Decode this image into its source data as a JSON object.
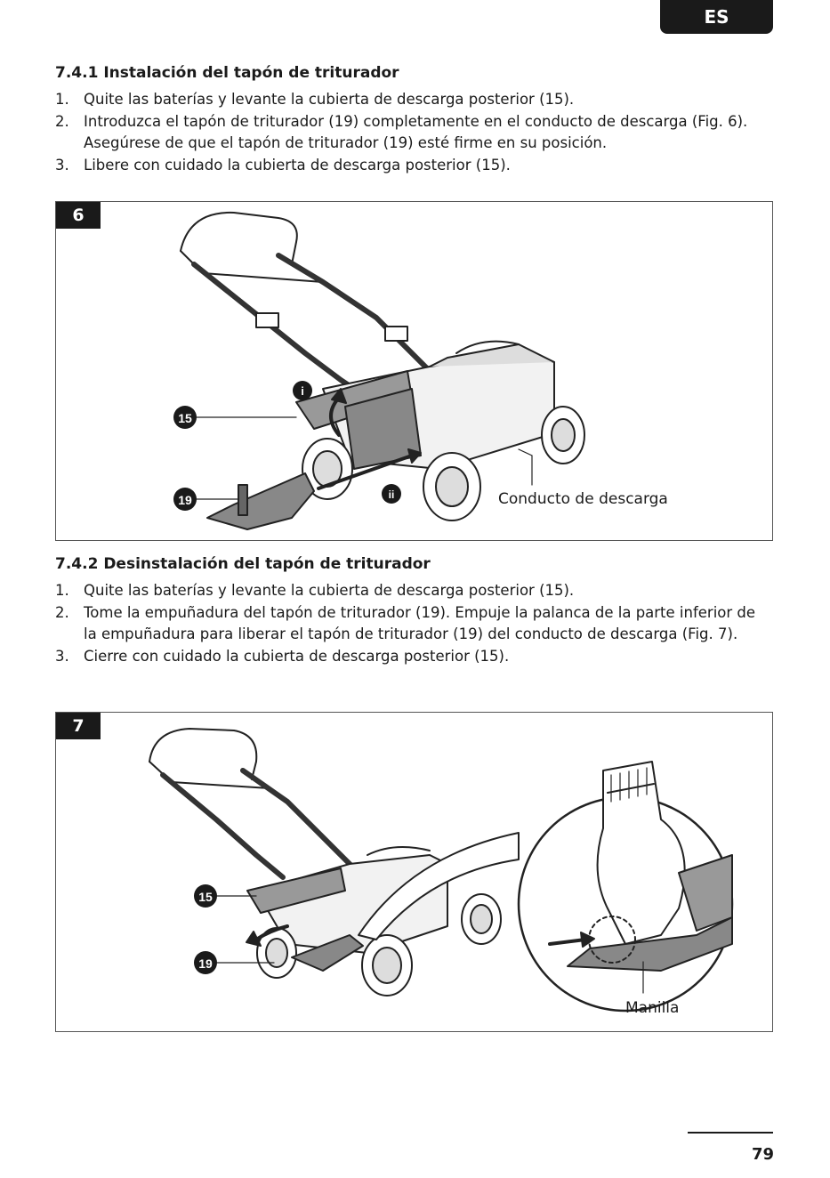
{
  "header": {
    "language_tab": "ES"
  },
  "section1": {
    "title": "7.4.1 Instalación del tapón de triturador",
    "steps": [
      {
        "num": "1.",
        "text": "Quite las baterías y levante la cubierta de descarga posterior (15)."
      },
      {
        "num": "2.",
        "text": "Introduzca el tapón de triturador (19) completamente en el conducto de descarga (Fig. 6). Asegúrese de que el tapón de triturador (19) esté firme en su posición."
      },
      {
        "num": "3.",
        "text": "Libere con cuidado la cubierta de descarga posterior (15)."
      }
    ]
  },
  "figure6": {
    "number": "6",
    "callout_15": "15",
    "callout_19": "19",
    "step_i": "i",
    "step_ii": "ii",
    "label_chute": "Conducto de descarga"
  },
  "section2": {
    "title": "7.4.2 Desinstalación del tapón de triturador",
    "steps": [
      {
        "num": "1.",
        "text": "Quite las baterías y levante la cubierta de descarga posterior (15)."
      },
      {
        "num": "2.",
        "text": "Tome la empuñadura del tapón de triturador (19). Empuje la palanca de la parte inferior de la empuñadura para liberar el tapón de triturador (19) del conducto de descarga (Fig. 7)."
      },
      {
        "num": "3.",
        "text": "Cierre con cuidado la cubierta de descarga posterior (15)."
      }
    ]
  },
  "figure7": {
    "number": "7",
    "callout_15": "15",
    "callout_19": "19",
    "label_handle": "Manilla"
  },
  "footer": {
    "page_number": "79"
  }
}
